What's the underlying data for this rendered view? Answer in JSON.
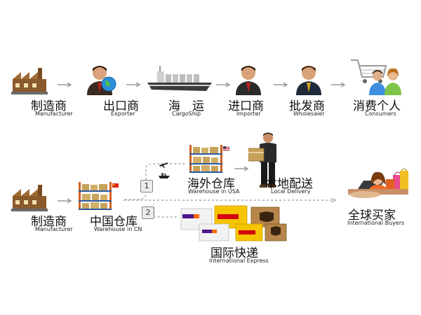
{
  "row1": {
    "nodes": [
      {
        "zh": "制造商",
        "en": "Manufacturer",
        "icon": "factory-icon"
      },
      {
        "zh": "出口商",
        "en": "Exporter",
        "icon": "businessman-globe-icon"
      },
      {
        "zh": "海　运",
        "en": "CargoShip",
        "icon": "cargo-ship-icon"
      },
      {
        "zh": "进口商",
        "en": "Importer",
        "icon": "businessman-icon"
      },
      {
        "zh": "批发商",
        "en": "Wholesaler",
        "icon": "businessman-icon"
      },
      {
        "zh": "消费个人",
        "en": "Consumers",
        "icon": "shopping-cart-people-icon"
      }
    ]
  },
  "row2": {
    "manufacturer": {
      "zh": "制造商",
      "en": "Manufacturer"
    },
    "cn_warehouse": {
      "zh": "中国仓库",
      "en": "Warehouse in CN"
    },
    "usa_warehouse": {
      "zh": "海外仓库",
      "en": "Warehouse in USA"
    },
    "local_delivery": {
      "zh": "本地配送",
      "en": "Local Delivery"
    },
    "express": {
      "zh": "国际快递",
      "en": "International Express"
    },
    "buyers": {
      "zh": "全球买家",
      "en": "International Buyers"
    },
    "route_1": "1",
    "route_2": "2"
  },
  "colors": {
    "arrow": "#9a9a9a",
    "box": "#c8a25a",
    "dhl_yellow": "#f6c400",
    "dhl_red": "#d40511",
    "fedex_purple": "#4d148c",
    "fedex_orange": "#ff6600"
  }
}
